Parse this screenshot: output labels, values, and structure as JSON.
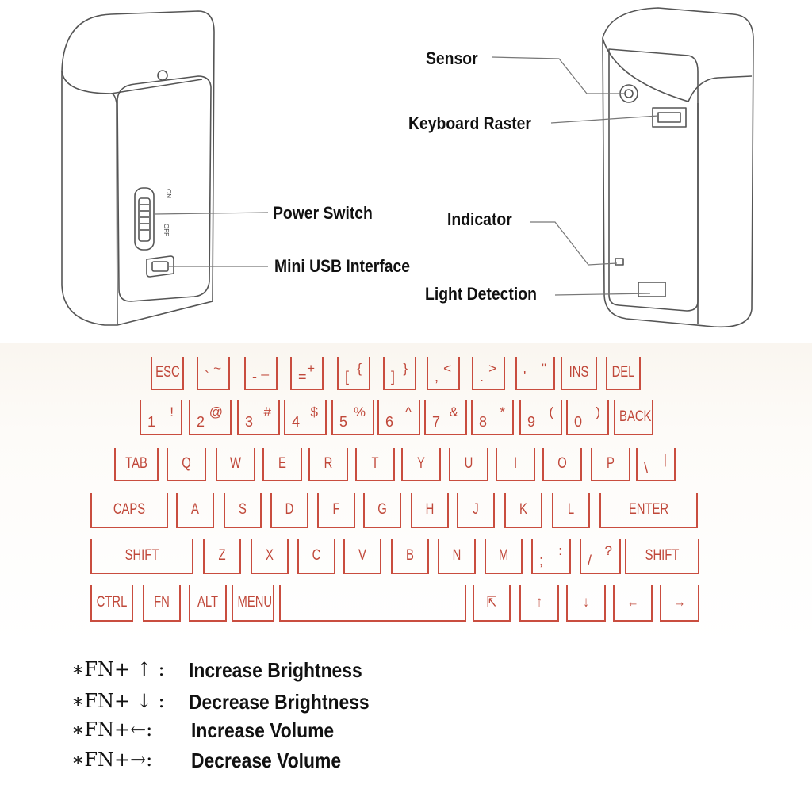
{
  "device_labels": {
    "sensor": "Sensor",
    "keyboard_raster": "Keyboard Raster",
    "power_switch": "Power Switch",
    "indicator": "Indicator",
    "mini_usb": "Mini USB Interface",
    "light_detection": "Light Detection",
    "switch_on": "ON",
    "switch_off": "OFF"
  },
  "keyboard_rows": [
    [
      {
        "l": "ESC"
      },
      {
        "t": "~",
        "b": "`"
      },
      {
        "t": "_",
        "b": "-"
      },
      {
        "t": "+",
        "b": "="
      },
      {
        "t": "{",
        "b": "["
      },
      {
        "t": "}",
        "b": "]"
      },
      {
        "t": "<",
        "b": ","
      },
      {
        "t": ">",
        "b": "."
      },
      {
        "t": "\"",
        "b": "'"
      },
      {
        "l": "INS"
      },
      {
        "l": "DEL"
      }
    ],
    [
      {
        "t": "!",
        "b": "1"
      },
      {
        "t": "@",
        "b": "2"
      },
      {
        "t": "#",
        "b": "3"
      },
      {
        "t": "$",
        "b": "4"
      },
      {
        "t": "%",
        "b": "5"
      },
      {
        "t": "^",
        "b": "6"
      },
      {
        "t": "&",
        "b": "7"
      },
      {
        "t": "*",
        "b": "8"
      },
      {
        "t": "(",
        "b": "9"
      },
      {
        "t": ")",
        "b": "0"
      },
      {
        "l": "BACK"
      }
    ],
    [
      {
        "l": "TAB"
      },
      {
        "l": "Q"
      },
      {
        "l": "W"
      },
      {
        "l": "E"
      },
      {
        "l": "R"
      },
      {
        "l": "T"
      },
      {
        "l": "Y"
      },
      {
        "l": "U"
      },
      {
        "l": "I"
      },
      {
        "l": "O"
      },
      {
        "l": "P"
      },
      {
        "t": "|",
        "b": "\\"
      }
    ],
    [
      {
        "l": "CAPS"
      },
      {
        "l": "A"
      },
      {
        "l": "S"
      },
      {
        "l": "D"
      },
      {
        "l": "F"
      },
      {
        "l": "G"
      },
      {
        "l": "H"
      },
      {
        "l": "J"
      },
      {
        "l": "K"
      },
      {
        "l": "L"
      },
      {
        "l": "ENTER"
      }
    ],
    [
      {
        "l": "SHIFT"
      },
      {
        "l": "Z"
      },
      {
        "l": "X"
      },
      {
        "l": "C"
      },
      {
        "l": "V"
      },
      {
        "l": "B"
      },
      {
        "l": "N"
      },
      {
        "l": "M"
      },
      {
        "t": ":",
        "b": ";"
      },
      {
        "t": "?",
        "b": "/"
      },
      {
        "l": "SHIFT"
      }
    ],
    [
      {
        "l": "CTRL"
      },
      {
        "l": "FN"
      },
      {
        "l": "ALT"
      },
      {
        "l": "MENU"
      },
      {
        "l": ""
      },
      {
        "l": "⇱"
      },
      {
        "l": "↑"
      },
      {
        "l": "↓"
      },
      {
        "l": "←"
      },
      {
        "l": "→"
      }
    ]
  ],
  "fn_shortcuts": [
    {
      "prefix": "∗FN+ ↑ :",
      "desc": "Increase Brightness"
    },
    {
      "prefix": "∗FN+ ↓ :",
      "desc": "Decrease Brightness"
    },
    {
      "prefix": "∗FN+←:",
      "desc": "Increase Volume"
    },
    {
      "prefix": "∗FN+→:",
      "desc": "Decrease Volume"
    }
  ],
  "colors": {
    "key_outline": "#c94d3f",
    "key_text": "#c0483a",
    "text": "#111111",
    "device_line": "#555555"
  }
}
